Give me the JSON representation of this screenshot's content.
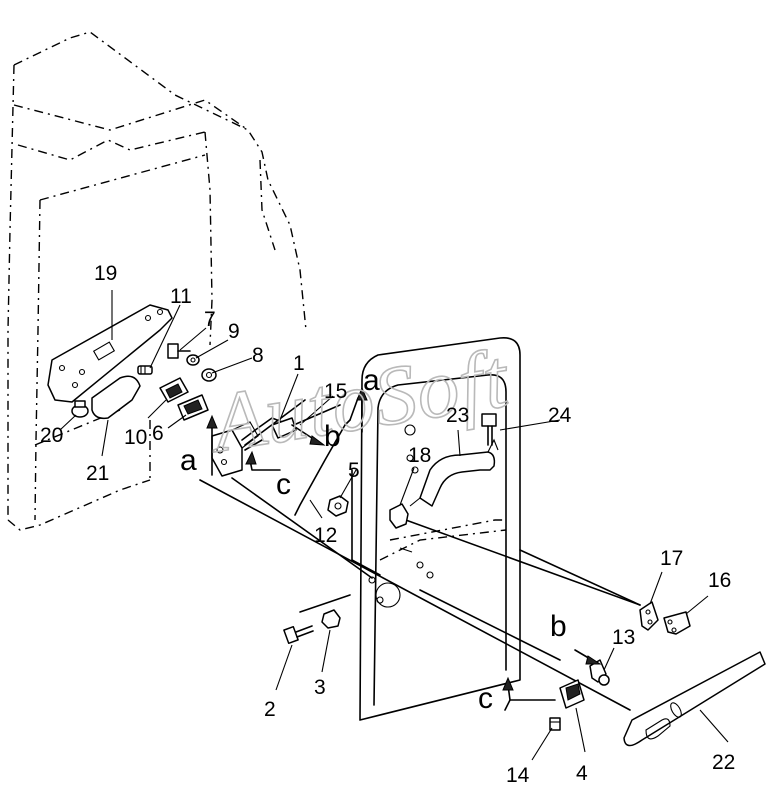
{
  "watermark": "AutoSoft",
  "callouts": {
    "p1": "1",
    "p2": "2",
    "p3": "3",
    "p4": "4",
    "p5": "5",
    "p6": "6",
    "p7": "7",
    "p8": "8",
    "p9": "9",
    "p10": "10",
    "p11": "11",
    "p12": "12",
    "p13": "13",
    "p14": "14",
    "p15": "15",
    "p16": "16",
    "p17": "17",
    "p18": "18",
    "p19": "19",
    "p20": "20",
    "p21": "21",
    "p22": "22",
    "p23": "23",
    "p24": "24"
  },
  "connection_letters": {
    "a_top": "a",
    "a_left": "a",
    "b_mid": "b",
    "b_right": "b",
    "c_mid": "c",
    "c_bottom": "c"
  }
}
